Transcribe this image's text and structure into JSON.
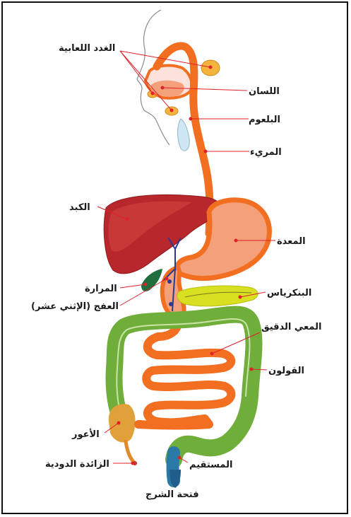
{
  "labels": {
    "salivary_glands": "الغدد اللعابية",
    "tongue": "اللسان",
    "pharynx": "البلعوم",
    "esophagus": "المريء",
    "liver": "الكبد",
    "stomach": "المعدة",
    "gallbladder": "المرارة",
    "duodenum": "العفج (الإثني عشر)",
    "pancreas": "البنكرياس",
    "small_intestine": "المعي الدقيق",
    "colon": "القولون",
    "cecum": "الأعور",
    "appendix": "الزائدة الدودية",
    "rectum": "المستقيم",
    "anus": "فتحة الشرج"
  },
  "colors": {
    "leader_line": "#e0202a",
    "tract": "#f26f21",
    "liver": "#b8272b",
    "stomach": "#f4a07a",
    "gallbladder": "#1f6e3c",
    "pancreas": "#d9e021",
    "colon": "#6fae3a",
    "rectum": "#2a7aa8"
  }
}
